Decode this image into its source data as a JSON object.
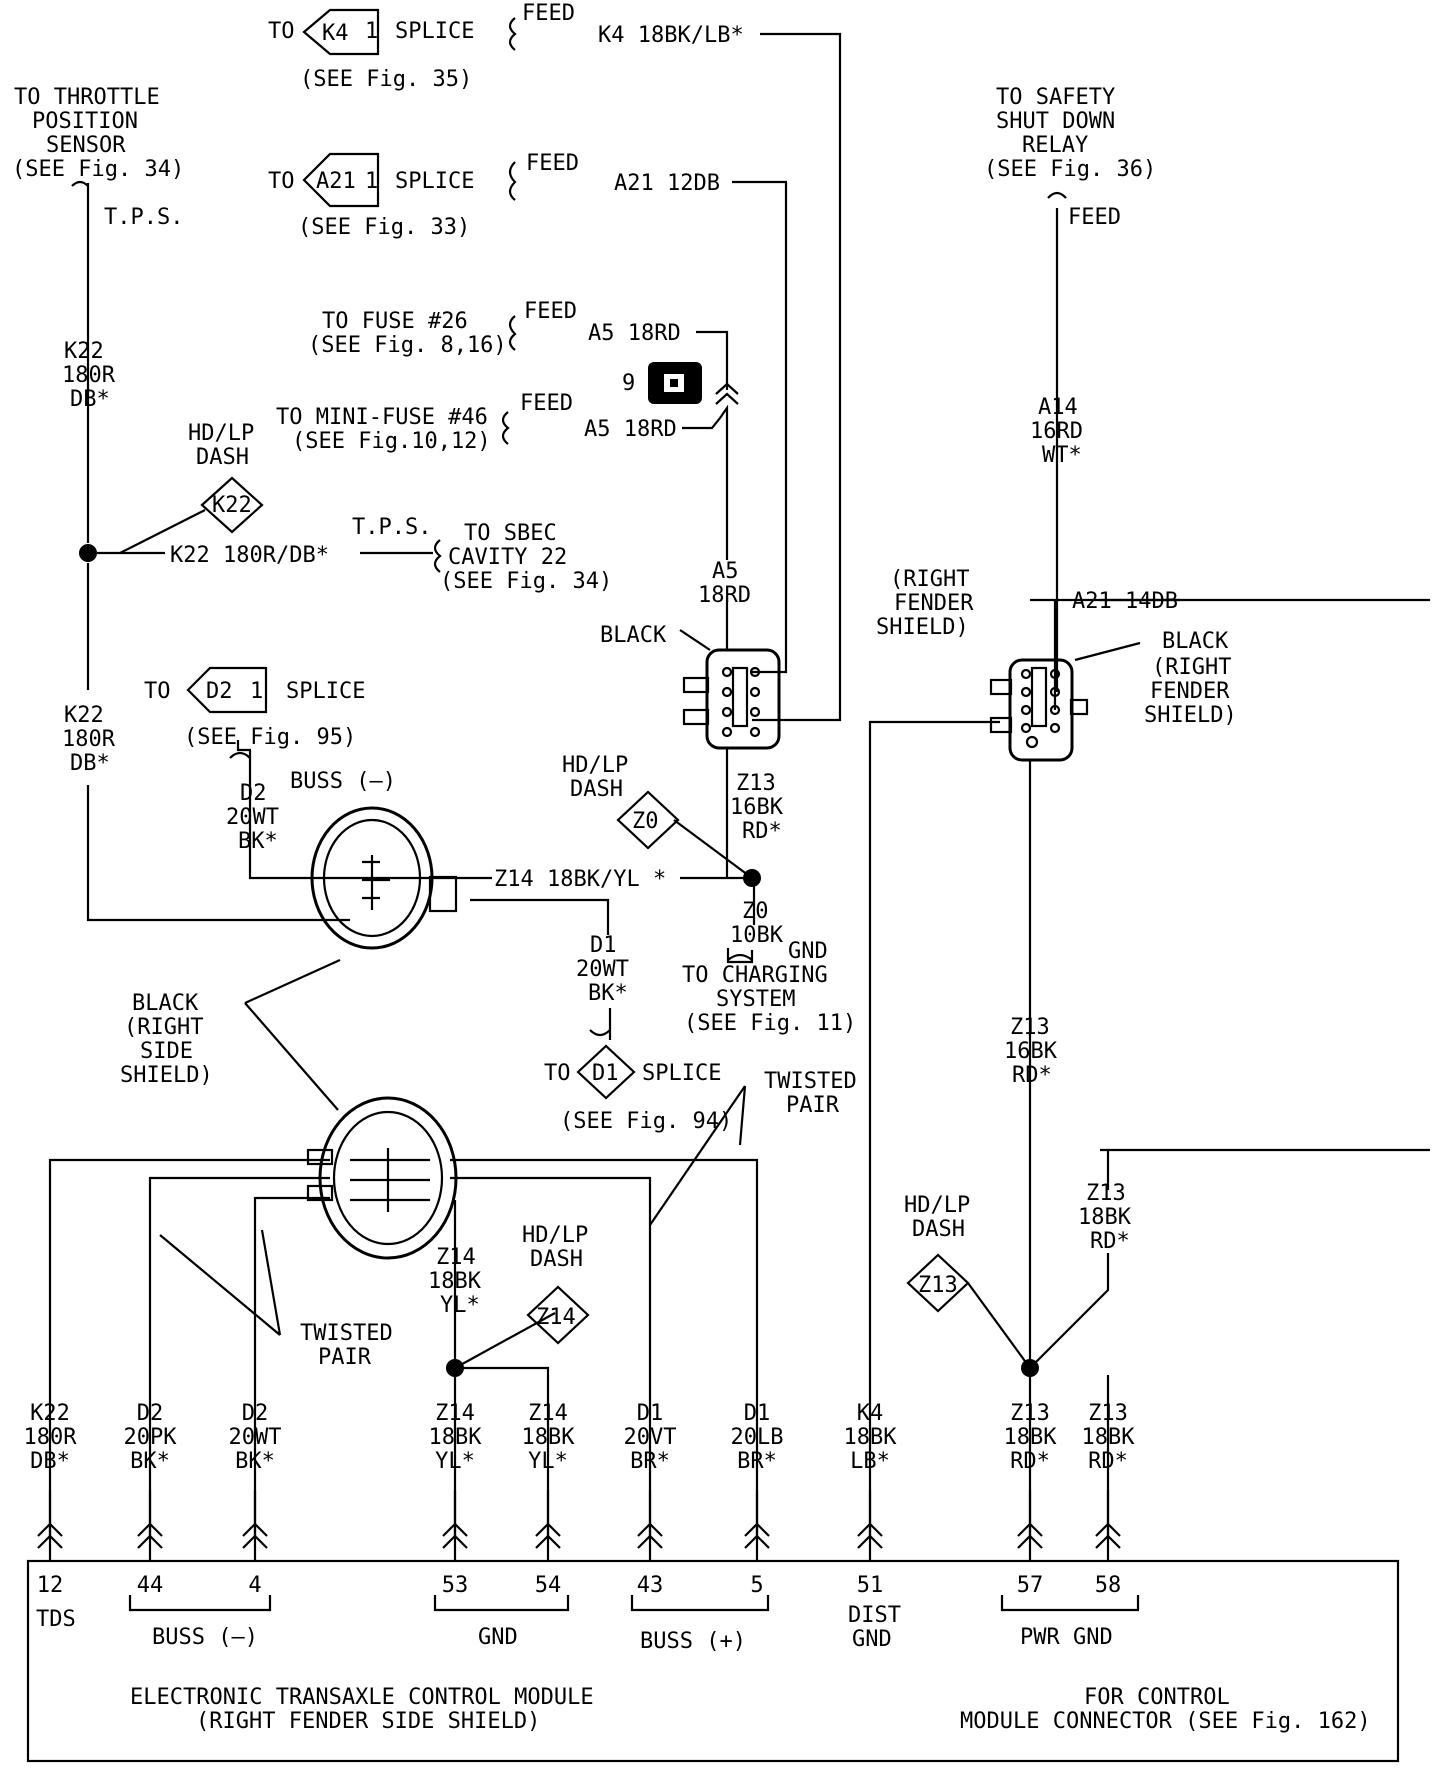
{
  "top": {
    "k4_splice": {
      "to": "TO",
      "id": "K4",
      "pin": "1",
      "word": "SPLICE",
      "see": "(SEE Fig. 35)"
    },
    "a21_splice": {
      "to": "TO",
      "id": "A21",
      "pin": "1",
      "word": "SPLICE",
      "see": "(SEE Fig. 33)"
    },
    "feed": "FEED",
    "k4_wire": "K4 18BK/LB*",
    "a21_wire": "A21 12DB",
    "fuse26": [
      "TO FUSE #26",
      "(SEE Fig. 8,16)"
    ],
    "a5_wire": "A5 18RD",
    "minifuse": [
      "TO MINI-FUSE #46",
      "(SEE Fig.10,12)"
    ],
    "connector_9": "9",
    "a5_vertical": [
      "A5",
      "18RD"
    ],
    "black": "BLACK"
  },
  "left": {
    "tps_title": [
      "TO THROTTLE",
      "POSITION",
      "SENSOR",
      "(SEE Fig. 34)"
    ],
    "tps_abbrev": "T.P.S.",
    "k22_top": [
      "K22",
      "180R",
      "DB*"
    ],
    "hdlp": [
      "HD/LP",
      "DASH"
    ],
    "k22_diamond": "K22",
    "k22_horizontal": "K22 180R/DB*",
    "sbec": [
      "TO SBEC",
      "CAVITY 22",
      "(SEE Fig. 34)"
    ],
    "k22_mid": [
      "K22",
      "180R",
      "DB*"
    ],
    "d2_splice": {
      "to": "TO",
      "id": "D2",
      "pin": "1",
      "word": "SPLICE",
      "see": "(SEE Fig. 95)"
    },
    "buss_minus": "BUSS (—)",
    "d2_wire": [
      "D2",
      "20WT",
      "BK*"
    ],
    "z14_wire": "Z14 18BK/YL *",
    "d1_wire": [
      "D1",
      "20WT",
      "BK*"
    ],
    "d1_splice": {
      "to": "TO",
      "id": "D1",
      "word": "SPLICE",
      "see": "(SEE Fig. 94)"
    },
    "black_shield": [
      "BLACK",
      "(RIGHT",
      "SIDE",
      "SHIELD)"
    ],
    "twisted_pair": [
      "TWISTED",
      "PAIR"
    ]
  },
  "center": {
    "hdlp": [
      "HD/LP",
      "DASH"
    ],
    "z0_diamond": "Z0",
    "z13_wire": [
      "Z13",
      "16BK",
      "RD*"
    ],
    "z0_wire": [
      "Z0",
      "10BK"
    ],
    "gnd": "GND",
    "charging": [
      "TO CHARGING",
      "SYSTEM",
      "(SEE Fig. 11)"
    ],
    "twisted_pair": [
      "TWISTED",
      "PAIR"
    ],
    "z14_vertical": [
      "Z14",
      "18BK",
      "YL*"
    ],
    "hdlp2": [
      "HD/LP",
      "DASH"
    ],
    "z14_diamond": "Z14"
  },
  "right": {
    "ssd": [
      "TO SAFETY",
      "SHUT DOWN",
      "RELAY",
      "(SEE Fig. 36)"
    ],
    "feed": "FEED",
    "a14_wire": [
      "A14",
      "16RD",
      "WT*"
    ],
    "fender_left": [
      "(RIGHT",
      "FENDER",
      "SHIELD)"
    ],
    "a21_wire": "A21 14DB",
    "black": "BLACK",
    "fender_right": [
      "(RIGHT",
      "FENDER",
      "SHIELD)"
    ],
    "z13_vertical": [
      "Z13",
      "16BK",
      "RD*"
    ],
    "hdlp": [
      "HD/LP",
      "DASH"
    ],
    "z13_diamond": "Z13",
    "z13_right": [
      "Z13",
      "18BK",
      "RD*"
    ]
  },
  "pins": [
    {
      "wire": [
        "K22",
        "180R",
        "DB*"
      ],
      "cavity": "12"
    },
    {
      "wire": [
        "D2",
        "20PK",
        "BK*"
      ],
      "cavity": "44"
    },
    {
      "wire": [
        "D2",
        "20WT",
        "BK*"
      ],
      "cavity": "4"
    },
    {
      "wire": [
        "Z14",
        "18BK",
        "YL*"
      ],
      "cavity": "53"
    },
    {
      "wire": [
        "Z14",
        "18BK",
        "YL*"
      ],
      "cavity": "54"
    },
    {
      "wire": [
        "D1",
        "20VT",
        "BR*"
      ],
      "cavity": "43"
    },
    {
      "wire": [
        "D1",
        "20LB",
        "BR*"
      ],
      "cavity": "5"
    },
    {
      "wire": [
        "K4",
        "18BK",
        "LB*"
      ],
      "cavity": "51"
    },
    {
      "wire": [
        "Z13",
        "18BK",
        "RD*"
      ],
      "cavity": "57"
    },
    {
      "wire": [
        "Z13",
        "18BK",
        "RD*"
      ],
      "cavity": "58"
    }
  ],
  "module": {
    "tds": "TDS",
    "buss_minus": "BUSS (—)",
    "gnd": "GND",
    "buss_plus": "BUSS (+)",
    "dist_gnd": [
      "DIST",
      "GND"
    ],
    "pwr_gnd": "PWR GND",
    "name": [
      "ELECTRONIC TRANSAXLE CONTROL MODULE",
      "(RIGHT FENDER SIDE SHIELD)"
    ],
    "note": [
      "FOR CONTROL",
      "MODULE CONNECTOR (SEE Fig. 162)"
    ]
  }
}
